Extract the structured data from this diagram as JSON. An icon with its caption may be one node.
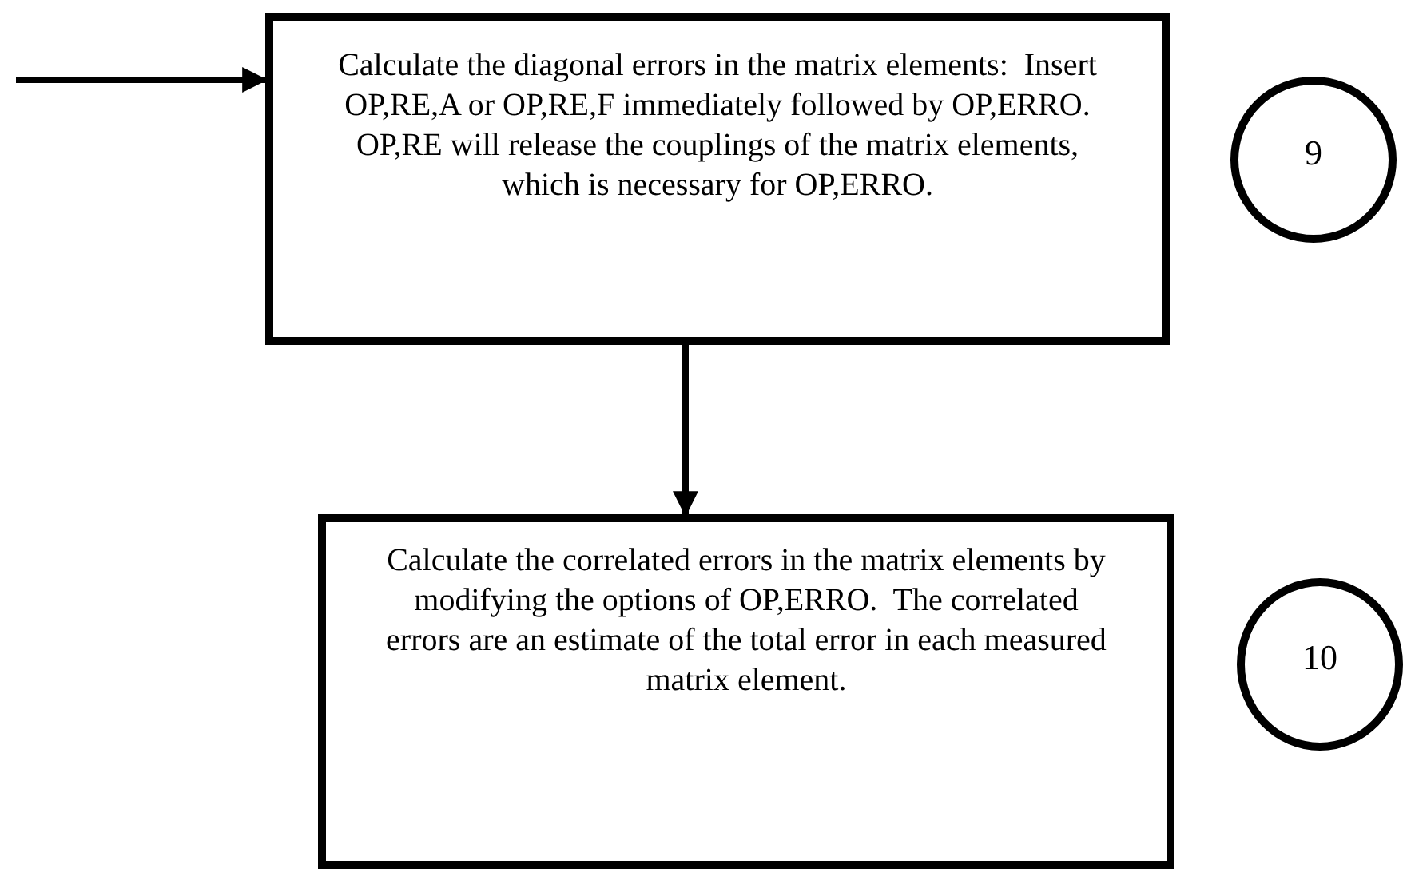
{
  "diagram": {
    "nodes": [
      {
        "text": [
          "Calculate the diagonal errors in the matrix elements:  Insert OP,RE,A or OP,RE,F immediately followed by OP,ERRO.  OP,RE will release the couplings of the matrix elements, which is necessary for OP,ERRO."
        ]
      },
      {
        "text": [
          "9"
        ]
      },
      {
        "text": [
          "Calculate the correlated errors in the matrix elements by modifying the options of OP,ERRO.  The correlated errors are an estimate of the total error in each measured matrix element."
        ]
      },
      {
        "text": [
          "10"
        ]
      }
    ],
    "edges": [
      {
        "from": null,
        "to": 0,
        "arrow": "to"
      },
      {
        "from": 0,
        "to": 2,
        "arrow": "to"
      }
    ]
  }
}
